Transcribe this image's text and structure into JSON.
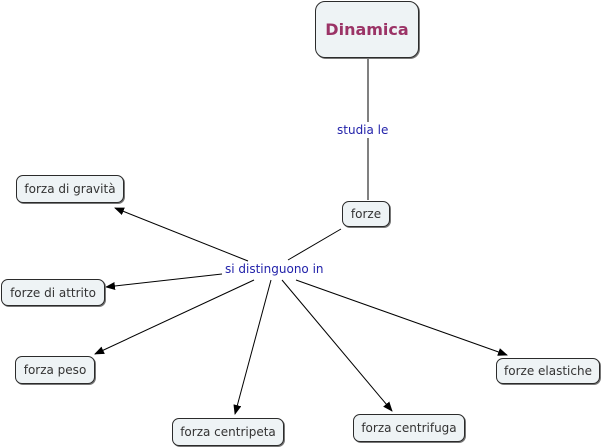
{
  "map": {
    "root": {
      "label": "Dinamica",
      "color": "#9b3366"
    },
    "link_labels": {
      "studia": "studia le",
      "distinguono": "si distinguono in"
    },
    "concepts": {
      "forze": "forze",
      "gravita": "forza di gravità",
      "attrito": "forze di attrito",
      "peso": "forza peso",
      "centripeta": "forza centripeta",
      "centrifuga": "forza centrifuga",
      "elastiche": "forze elastiche"
    },
    "link_label_color": "#2222aa",
    "node_fill": "#eef3f5"
  }
}
